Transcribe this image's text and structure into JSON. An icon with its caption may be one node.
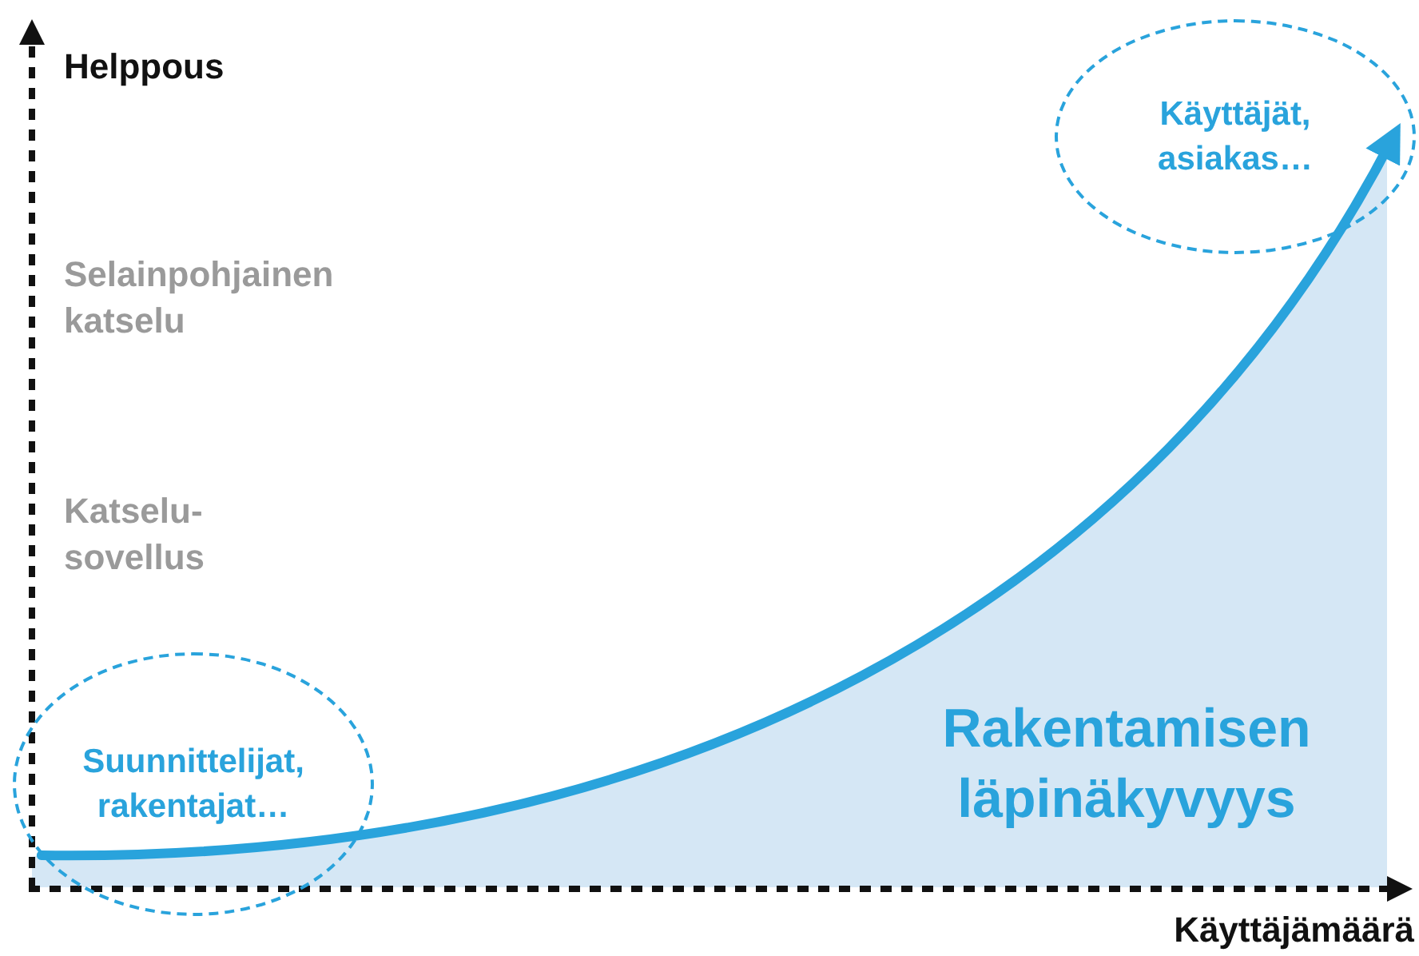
{
  "diagram": {
    "nodes": [
      {
        "text": [
          "Suunnittelijat, rakentajat…"
        ]
      },
      {
        "text": [
          "Käyttäjät, asiakas…"
        ]
      }
    ],
    "edges": [
      {
        "from": 0,
        "to": 1,
        "arrow": "to"
      }
    ],
    "labels": [
      "Helppous",
      "Selainpohjainen katselu",
      "Katselu- sovellus",
      "Rakentamisen läpinäkyvyys",
      "Käyttäjämäärä"
    ]
  }
}
